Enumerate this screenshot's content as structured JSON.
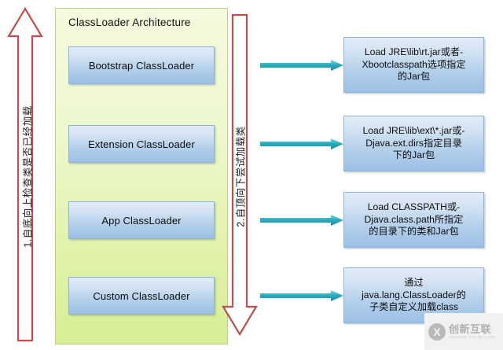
{
  "diagram": {
    "title": "ClassLoader Architecture",
    "panel_label": "ClassLoader Architecture"
  },
  "left_arrow": {
    "label": "1.自底向上检查类是否已经加载",
    "direction": "up",
    "color": "#c0504d"
  },
  "right_arrow": {
    "label": "2.自顶向下尝试加载类",
    "direction": "down",
    "color": "#c0504d"
  },
  "loaders": [
    {
      "label": "Bootstrap ClassLoader"
    },
    {
      "label": "Extension ClassLoader"
    },
    {
      "label": "App ClassLoader"
    },
    {
      "label": "Custom ClassLoader"
    }
  ],
  "descriptions": [
    {
      "lines": [
        "Load JRE\\lib\\rt.jar或者-",
        "Xbootclasspath选项指定",
        "的Jar包"
      ]
    },
    {
      "lines": [
        "Load JRE\\lib\\ext\\*.jar或-",
        "Djava.ext.dirs指定目录",
        "下的Jar包"
      ]
    },
    {
      "lines": [
        "Load CLASSPATH或-",
        "Djava.class.path所指定",
        "的目录下的类和Jar包"
      ]
    },
    {
      "lines": [
        "通过",
        "java.lang.ClassLoader的",
        "子类自定义加载class"
      ]
    }
  ],
  "connectors": [
    {
      "name": "connector-bootstrap"
    },
    {
      "name": "connector-extension"
    },
    {
      "name": "connector-app"
    },
    {
      "name": "connector-custom"
    }
  ],
  "watermark": {
    "mark": "X",
    "title": "创新互联",
    "subtitle": "CHUANG XIN HU LIAN"
  },
  "colors": {
    "arrow_red": "#c0504d",
    "connector_teal": "#2aaebe",
    "panel_green": "#e2f3ad",
    "box_blue": "#b3cfea"
  }
}
